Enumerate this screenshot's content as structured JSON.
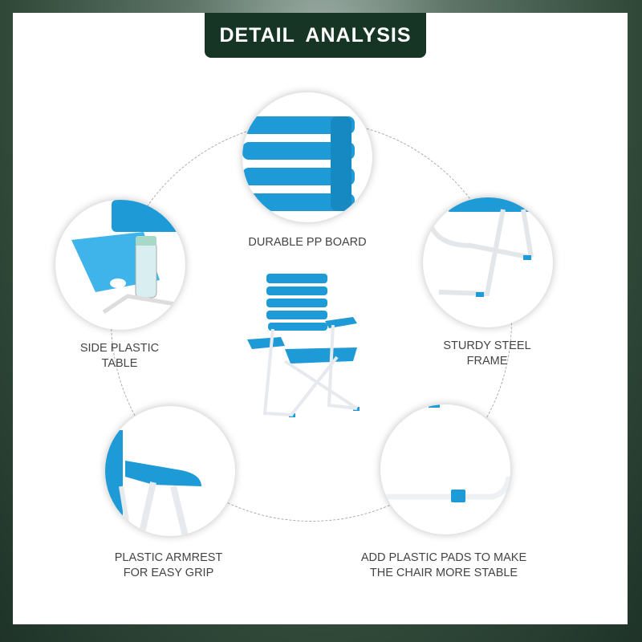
{
  "header": {
    "title": "DETAIL ANALYSIS"
  },
  "features": [
    {
      "label": "DURABLE PP BOARD"
    },
    {
      "label": "SIDE PLASTIC\nTABLE"
    },
    {
      "label": "STURDY STEEL\nFRAME"
    },
    {
      "label": "PLASTIC ARMREST\nFOR EASY GRIP"
    },
    {
      "label": "ADD PLASTIC PADS TO MAKE\nTHE CHAIR MORE STABLE"
    }
  ],
  "colors": {
    "accent": "#1e9ad6",
    "header_bg": "#163524",
    "frame": "#e8ecef"
  }
}
